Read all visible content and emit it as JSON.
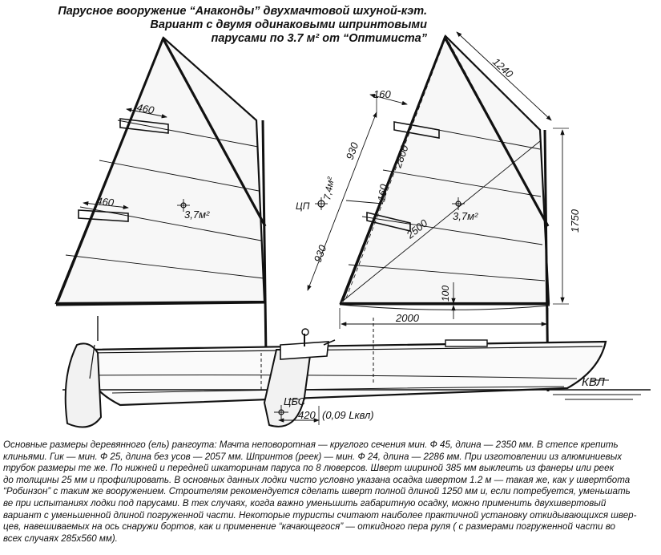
{
  "title": {
    "line1": "Парусное вооружение “Анаконды” двухмачтовой шхуной-кэт.",
    "line2": "Вариант с двумя одинаковыми шпринтовыми",
    "line3": "парусами по 3.7 м² от “Оптимиста”"
  },
  "labels": {
    "sail_area_left": "3,7м²",
    "sail_area_right": "3,7м²",
    "dim_460_top": "460",
    "dim_460_bottom": "460",
    "dim_160_top": "160",
    "dim_160_mid": "160",
    "dim_1240": "1240",
    "dim_930_upper": "930",
    "dim_930_lower": "930",
    "dim_2800": "2800",
    "dim_2500": "2500",
    "dim_1750": "1750",
    "dim_100": "100",
    "dim_2000": "2000",
    "area_74": "7,4м²",
    "cp": "ЦП",
    "kvl": "КВЛ",
    "cbs": "ЦБС",
    "dim_420": "420",
    "lwl_ratio": "(0,09 Lквл)"
  },
  "caption": [
    "Основные размеры деревянного (ель) рангоута: Мачта неповоротная — круглого сечения мин. Ф 45, длина — 2350 мм. В степсе крепить",
    "клиньями. Гик — мин. Ф 25, длина без усов — 2057 мм. Шпринтов (реек) — мин. Ф 24, длина — 2286 мм. При изготовлении из алюминиевых",
    "трубок размеры те же. По нижней и передней шкаторинам паруса по 8 люверсов. Шверт шириной 385 мм выклеить из фанеры или реек",
    "до толщины 25 мм и профилировать. В основных данных лодки чисто условно указана осадка швертом 1.2 м — такая же, как у швертбота",
    "“Робинзон” с таким же вооружением. Строителям рекомендуется сделать шверт полной длиной 1250 мм и, если потребуется, уменьшать",
    "ве при испытаниях лодки под парусами. В тех случаях, когда важно уменьшить габаритную осадку, можно применить двухшвертовый",
    "вариант с уменьшенной длиной погруженной части. Некоторые туристы считают наиболее практичной установку откидывающихся швер-",
    "цев, навешиваемых на ось снаружи бортов, как и применение “качающегося” — откидного пера руля ( с размерами погруженной части во",
    "всех случаях 285x560 мм)."
  ]
}
